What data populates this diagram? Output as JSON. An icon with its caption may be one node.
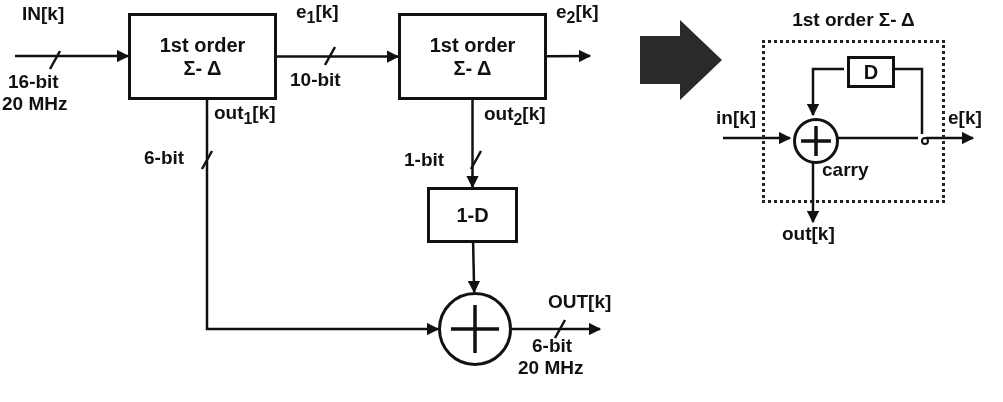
{
  "diagram": {
    "nodes": [
      {
        "text": [
          "1st order Σ- Δ"
        ]
      },
      {
        "text": [
          "1st order Σ- Δ"
        ]
      },
      {
        "text": [
          "1-D"
        ]
      },
      {
        "text": [],
        "shape": "circle"
      },
      {
        "text": [
          "1st order Σ- Δ"
        ]
      },
      {
        "text": [
          "D"
        ],
        "in": 4
      },
      {
        "text": [],
        "shape": "circle",
        "in": 4
      },
      {
        "text": [],
        "shape": "circle",
        "in": 4
      },
      {
        "text": [
          "OUT[k]"
        ]
      },
      {
        "text": [
          "e[k]"
        ]
      },
      {
        "text": [
          "out[k]"
        ]
      }
    ],
    "edges": [
      {
        "from": null,
        "to": 0,
        "arrow": "to"
      },
      {
        "from": 0,
        "to": 1,
        "arrow": "to"
      },
      {
        "from": 1,
        "to": null,
        "arrow": "to"
      },
      {
        "from": 0,
        "to": 3,
        "arrow": "to"
      },
      {
        "from": 1,
        "to": 2,
        "arrow": "to"
      },
      {
        "from": 2,
        "to": 3,
        "arrow": "to"
      },
      {
        "from": 3,
        "to": 8,
        "arrow": "to"
      },
      {
        "from": null,
        "to": 6,
        "arrow": "to"
      },
      {
        "from": 6,
        "to": 7,
        "arrow": "none"
      },
      {
        "from": 7,
        "to": 9,
        "arrow": "to"
      },
      {
        "from": 7,
        "to": 5,
        "arrow": "none"
      },
      {
        "from": 5,
        "to": 6,
        "arrow": "to"
      },
      {
        "from": 6,
        "to": 10,
        "arrow": "to"
      }
    ],
    "labels": [
      "IN[k]",
      "16-bit",
      "20 MHz",
      "e$_{1}$[k]",
      "10-bit",
      "e$_{2}$[k]",
      "out$_{1}$[k]",
      "6-bit",
      "out$_{2}$[k]",
      "1-bit",
      "6-bit",
      "20 MHz",
      "in[k]",
      "carry"
    ]
  }
}
